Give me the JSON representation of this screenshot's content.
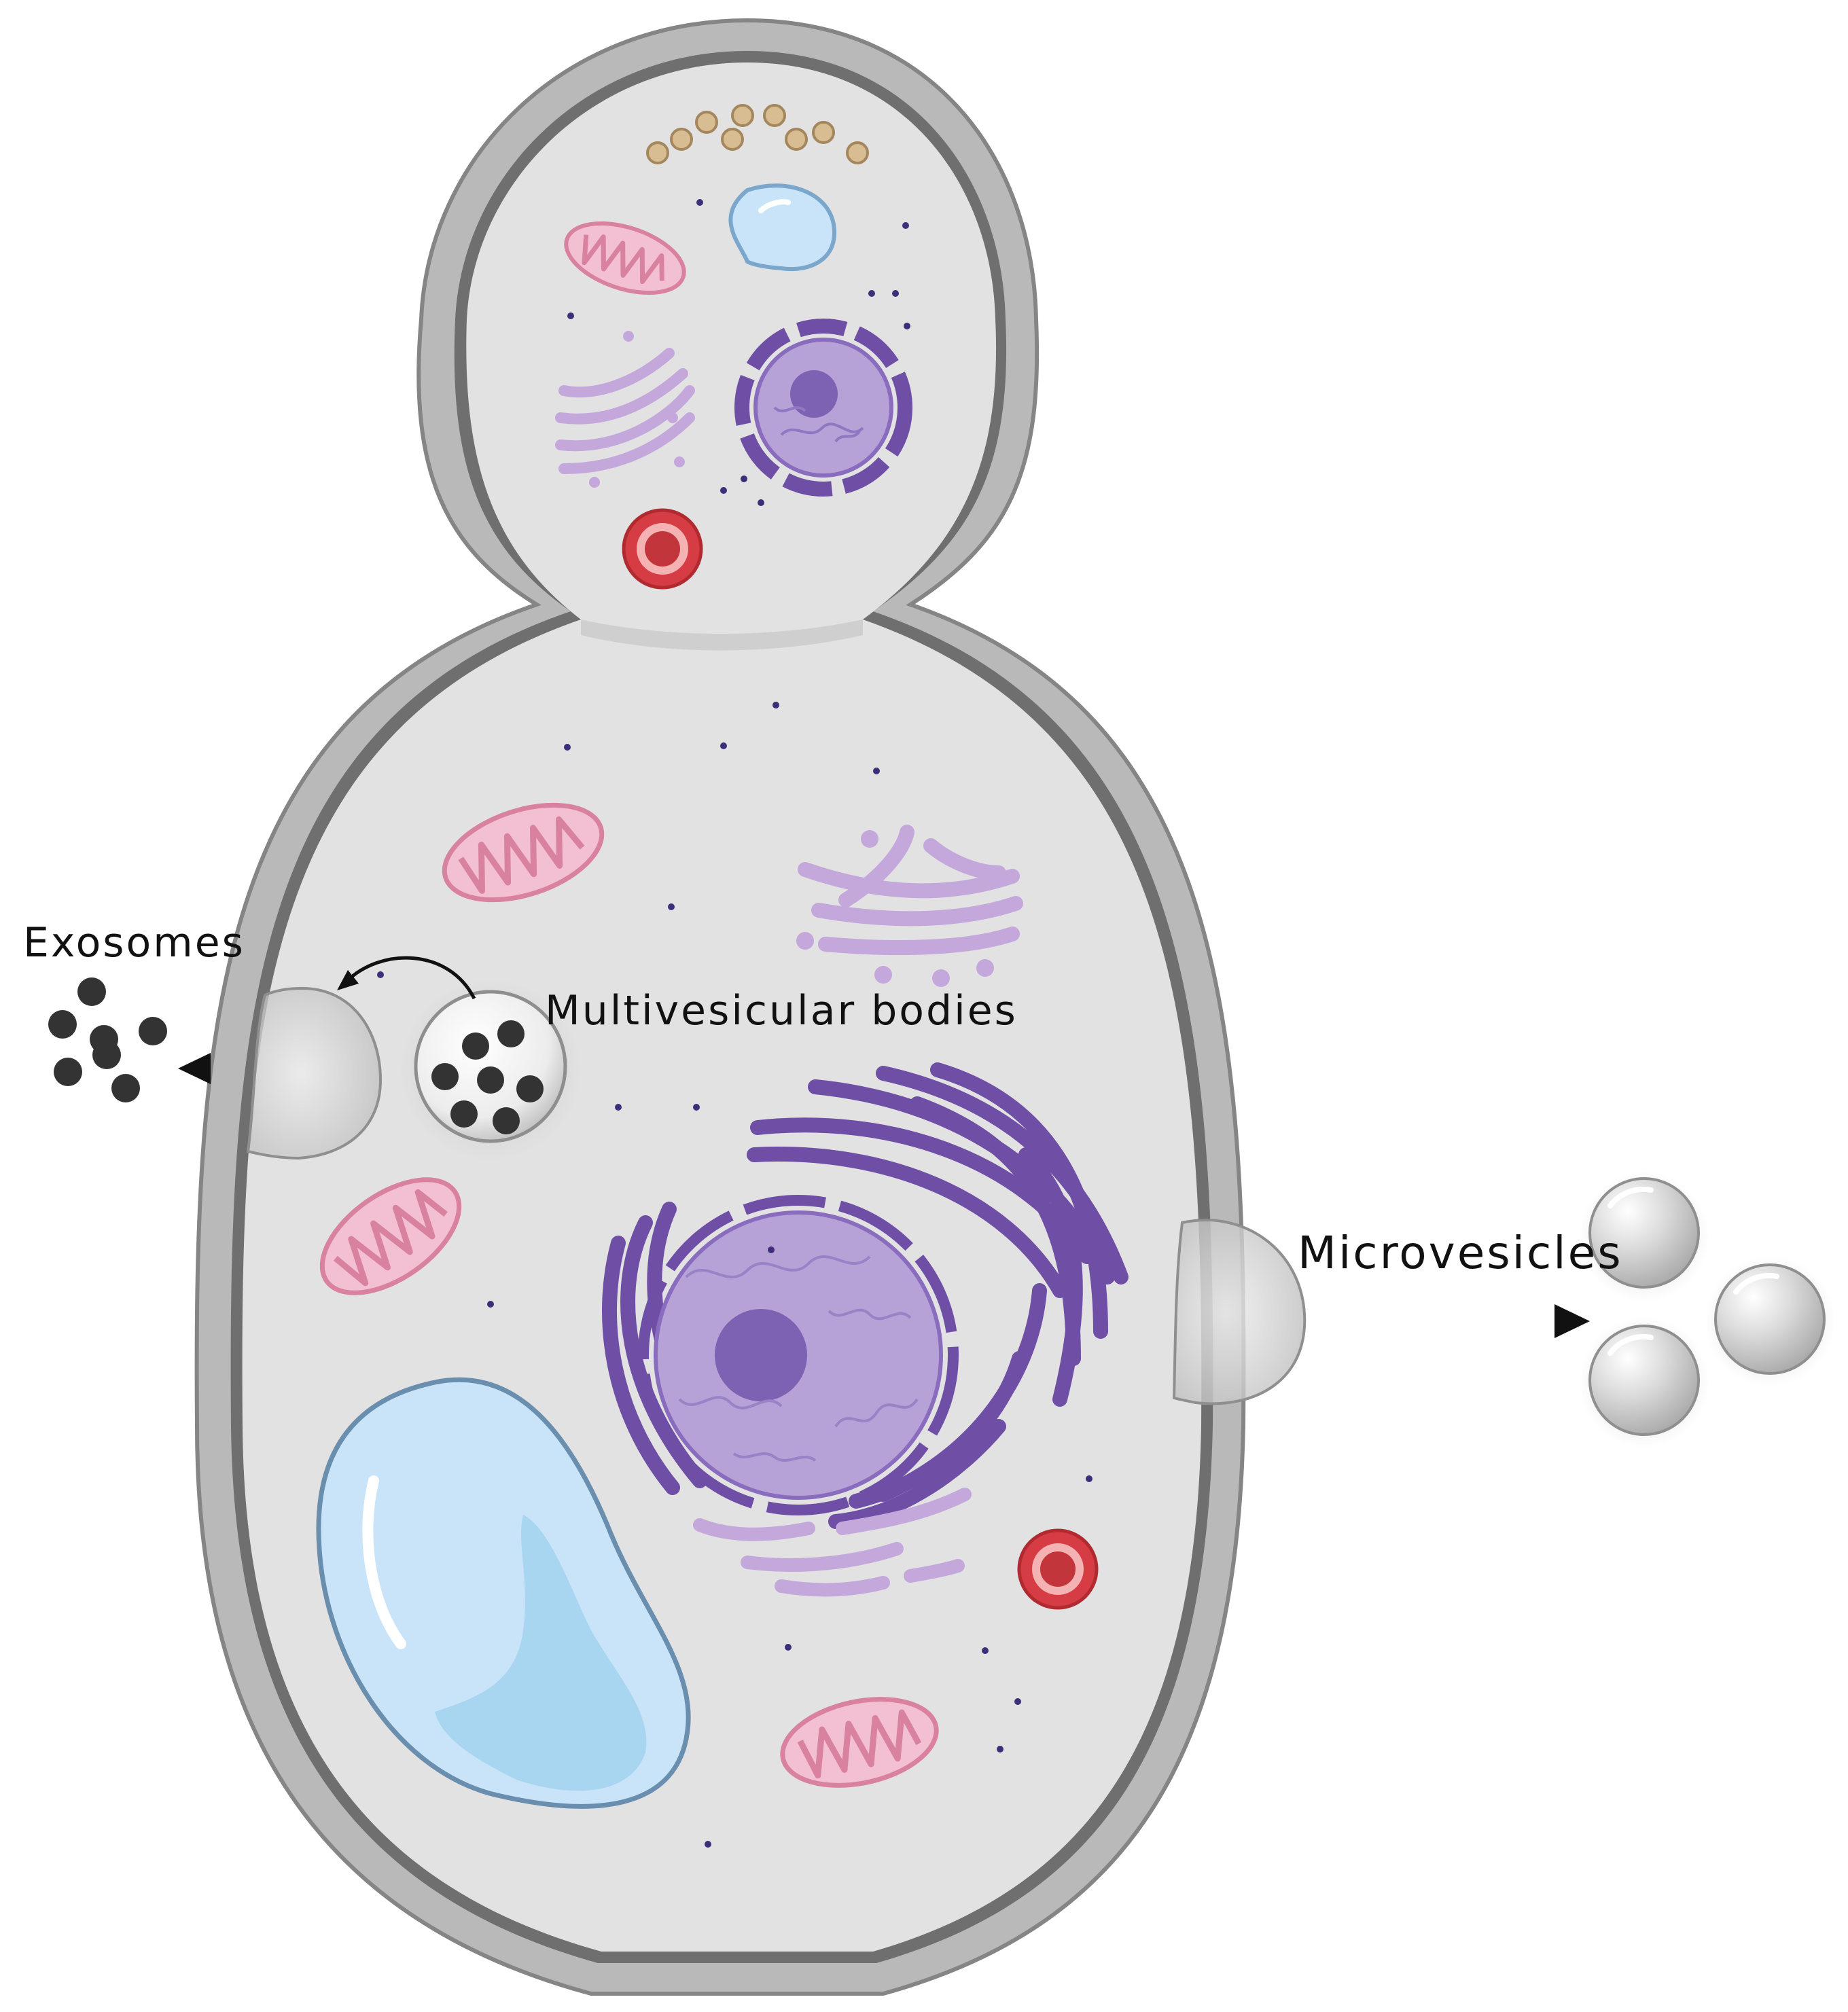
{
  "labels": {
    "exosomes": "Exosomes",
    "multivesicular_bodies": "Multivesicular bodies",
    "microvesicles": "Microvesicles"
  },
  "colors": {
    "cell_wall": "#b8b8b8",
    "membrane": "#6e6e6e",
    "cytoplasm": "#e2e2e2",
    "vacuole": "#c9e4f8",
    "mitochondria": "#f3bfd2",
    "golgi": "#c4a8dc",
    "nucleus": "#b6a2d6",
    "er": "#6f4fa6",
    "exosome": "#333333",
    "red_body": "#d63c43",
    "granule": "#d8bd93"
  }
}
